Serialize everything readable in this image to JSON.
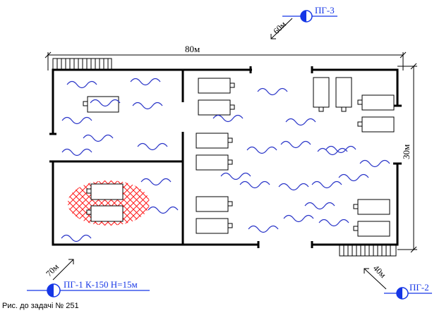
{
  "figure": {
    "caption": "Рис. до задачі № 251",
    "dims": {
      "length": "80м",
      "width": "30м"
    },
    "hydrants": [
      {
        "id": "pg1",
        "label": "ПГ-1 К-150 Н=15м",
        "distance": "70м"
      },
      {
        "id": "pg2",
        "label": "ПГ-2",
        "distance": "40м"
      },
      {
        "id": "pg3",
        "label": "ПГ-3",
        "distance": "60м"
      }
    ],
    "colors": {
      "line": "#000000",
      "wave": "#2a35c8",
      "hydrant": "#1536e6",
      "fire": "#ff1a1a"
    }
  }
}
